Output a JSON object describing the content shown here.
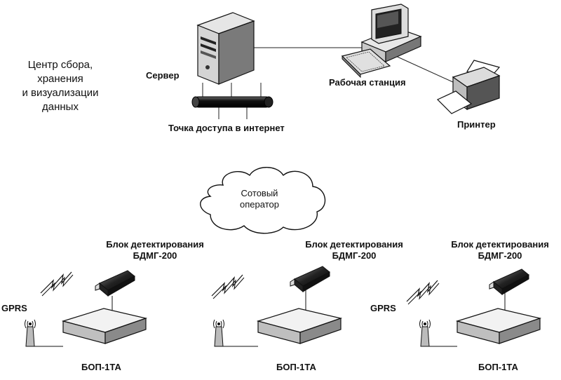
{
  "center": {
    "title_lines": [
      "Центр сбора,",
      "хранения",
      "и визуализации",
      "данных"
    ],
    "server_label": "Сервер",
    "workstation_label": "Рабочая станция",
    "printer_label": "Принтер",
    "access_point_label": "Точка доступа в интернет"
  },
  "cloud": {
    "lines": [
      "Сотовый",
      "оператор"
    ]
  },
  "stations": [
    {
      "detector_line1": "Блок детектирования",
      "detector_line2": "БДМГ-200",
      "gprs_label": "GPRS",
      "device_label": "БОП-1ТА"
    },
    {
      "detector_line1": "Блок детектирования",
      "detector_line2": "БДМГ-200",
      "gprs_label": "",
      "device_label": "БОП-1ТА"
    },
    {
      "detector_line1": "Блок детектирования",
      "detector_line2": "БДМГ-200",
      "gprs_label": "GPRS",
      "device_label": "БОП-1ТА"
    }
  ],
  "colors": {
    "line": "#222222",
    "fill_light": "#e8e8e8",
    "fill_dark": "#333333"
  }
}
